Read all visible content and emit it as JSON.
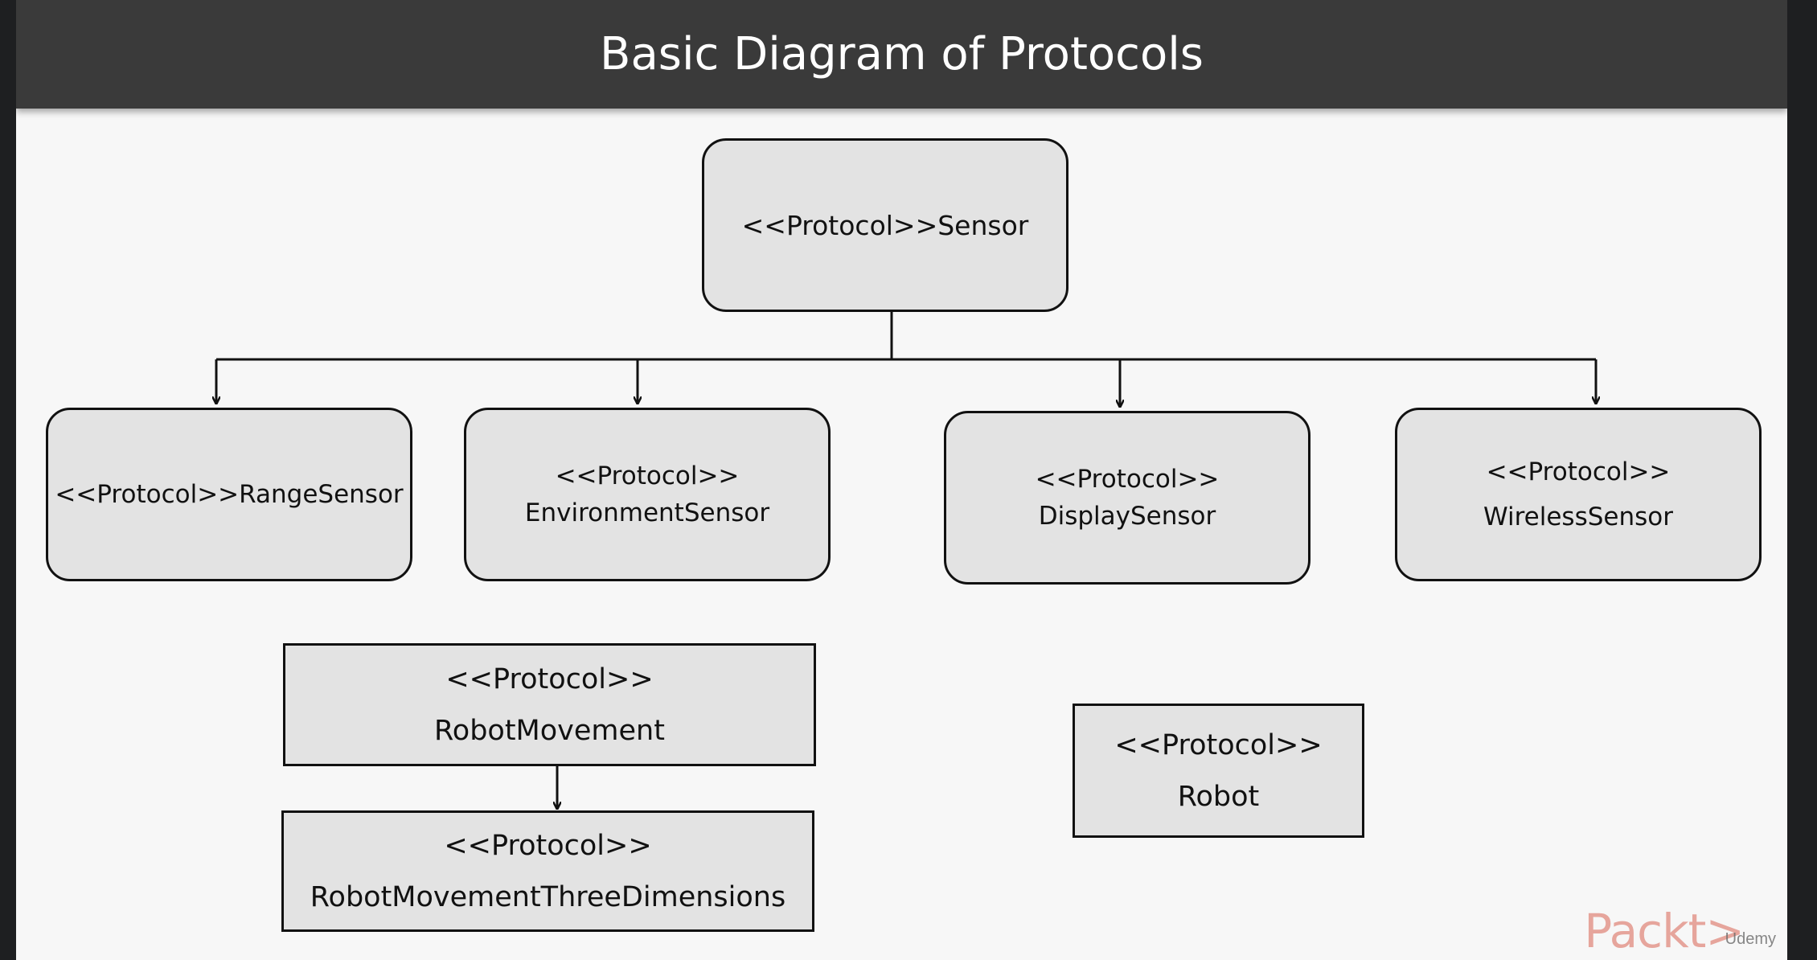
{
  "title": "Basic Diagram of Protocols",
  "nodes": {
    "sensor": {
      "lines": [
        "<<Protocol>>Sensor"
      ]
    },
    "range_sensor": {
      "lines": [
        "<<Protocol>>RangeSensor"
      ]
    },
    "environment_sensor": {
      "lines": [
        "<<Protocol>>",
        "EnvironmentSensor"
      ]
    },
    "display_sensor": {
      "lines": [
        "<<Protocol>>",
        "DisplaySensor"
      ]
    },
    "wireless_sensor": {
      "lines": [
        "<<Protocol>>",
        "WirelessSensor"
      ]
    },
    "robot_movement": {
      "lines": [
        "<<Protocol>>",
        "RobotMovement"
      ]
    },
    "robot_movement_3d": {
      "lines": [
        "<<Protocol>>",
        "RobotMovementThreeDimensions"
      ]
    },
    "robot": {
      "lines": [
        "<<Protocol>>",
        "Robot"
      ]
    }
  },
  "edges": [
    {
      "from": "sensor",
      "to": "range_sensor"
    },
    {
      "from": "sensor",
      "to": "environment_sensor"
    },
    {
      "from": "sensor",
      "to": "display_sensor"
    },
    {
      "from": "sensor",
      "to": "wireless_sensor"
    },
    {
      "from": "robot_movement",
      "to": "robot_movement_3d"
    }
  ],
  "branding": {
    "logo": "Packt>",
    "watermark": "Udemy"
  },
  "colors": {
    "node_fill": "#e3e3e3",
    "title_bar": "#3a3a3a",
    "background": "#f7f7f7",
    "logo": "#e6a59c"
  }
}
